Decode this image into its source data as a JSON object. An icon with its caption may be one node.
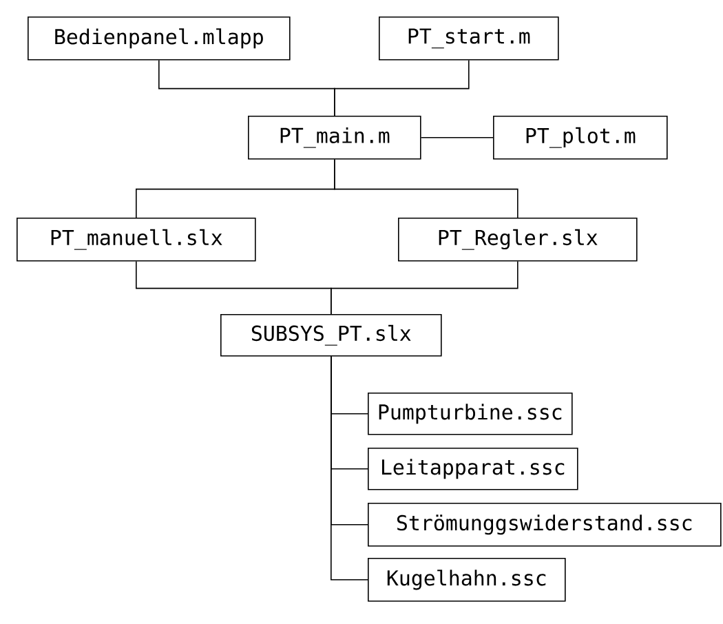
{
  "diagram": {
    "nodes": [
      {
        "text": [
          "Bedienpanel.mlapp"
        ]
      },
      {
        "text": [
          "PT_start.m"
        ]
      },
      {
        "text": [
          "PT_main.m"
        ]
      },
      {
        "text": [
          "PT_plot.m"
        ]
      },
      {
        "text": [
          "PT_manuell.slx"
        ]
      },
      {
        "text": [
          "PT_Regler.slx"
        ]
      },
      {
        "text": [
          "SUBSYS_PT.slx"
        ]
      },
      {
        "text": [
          "Pumpturbine.ssc"
        ]
      },
      {
        "text": [
          "Leitapparat.ssc"
        ]
      },
      {
        "text": [
          "Strömunggswiderstand.ssc"
        ]
      },
      {
        "text": [
          "Kugelhahn.ssc"
        ]
      }
    ],
    "edges": [
      {
        "from": 0,
        "to": 2,
        "arrow": "none"
      },
      {
        "from": 1,
        "to": 2,
        "arrow": "none"
      },
      {
        "from": 2,
        "to": 3,
        "arrow": "none"
      },
      {
        "from": 2,
        "to": 4,
        "arrow": "none"
      },
      {
        "from": 2,
        "to": 5,
        "arrow": "none"
      },
      {
        "from": 4,
        "to": 6,
        "arrow": "none"
      },
      {
        "from": 5,
        "to": 6,
        "arrow": "none"
      },
      {
        "from": 6,
        "to": 7,
        "arrow": "none"
      },
      {
        "from": 6,
        "to": 8,
        "arrow": "none"
      },
      {
        "from": 6,
        "to": 9,
        "arrow": "none"
      },
      {
        "from": 6,
        "to": 10,
        "arrow": "none"
      }
    ]
  }
}
